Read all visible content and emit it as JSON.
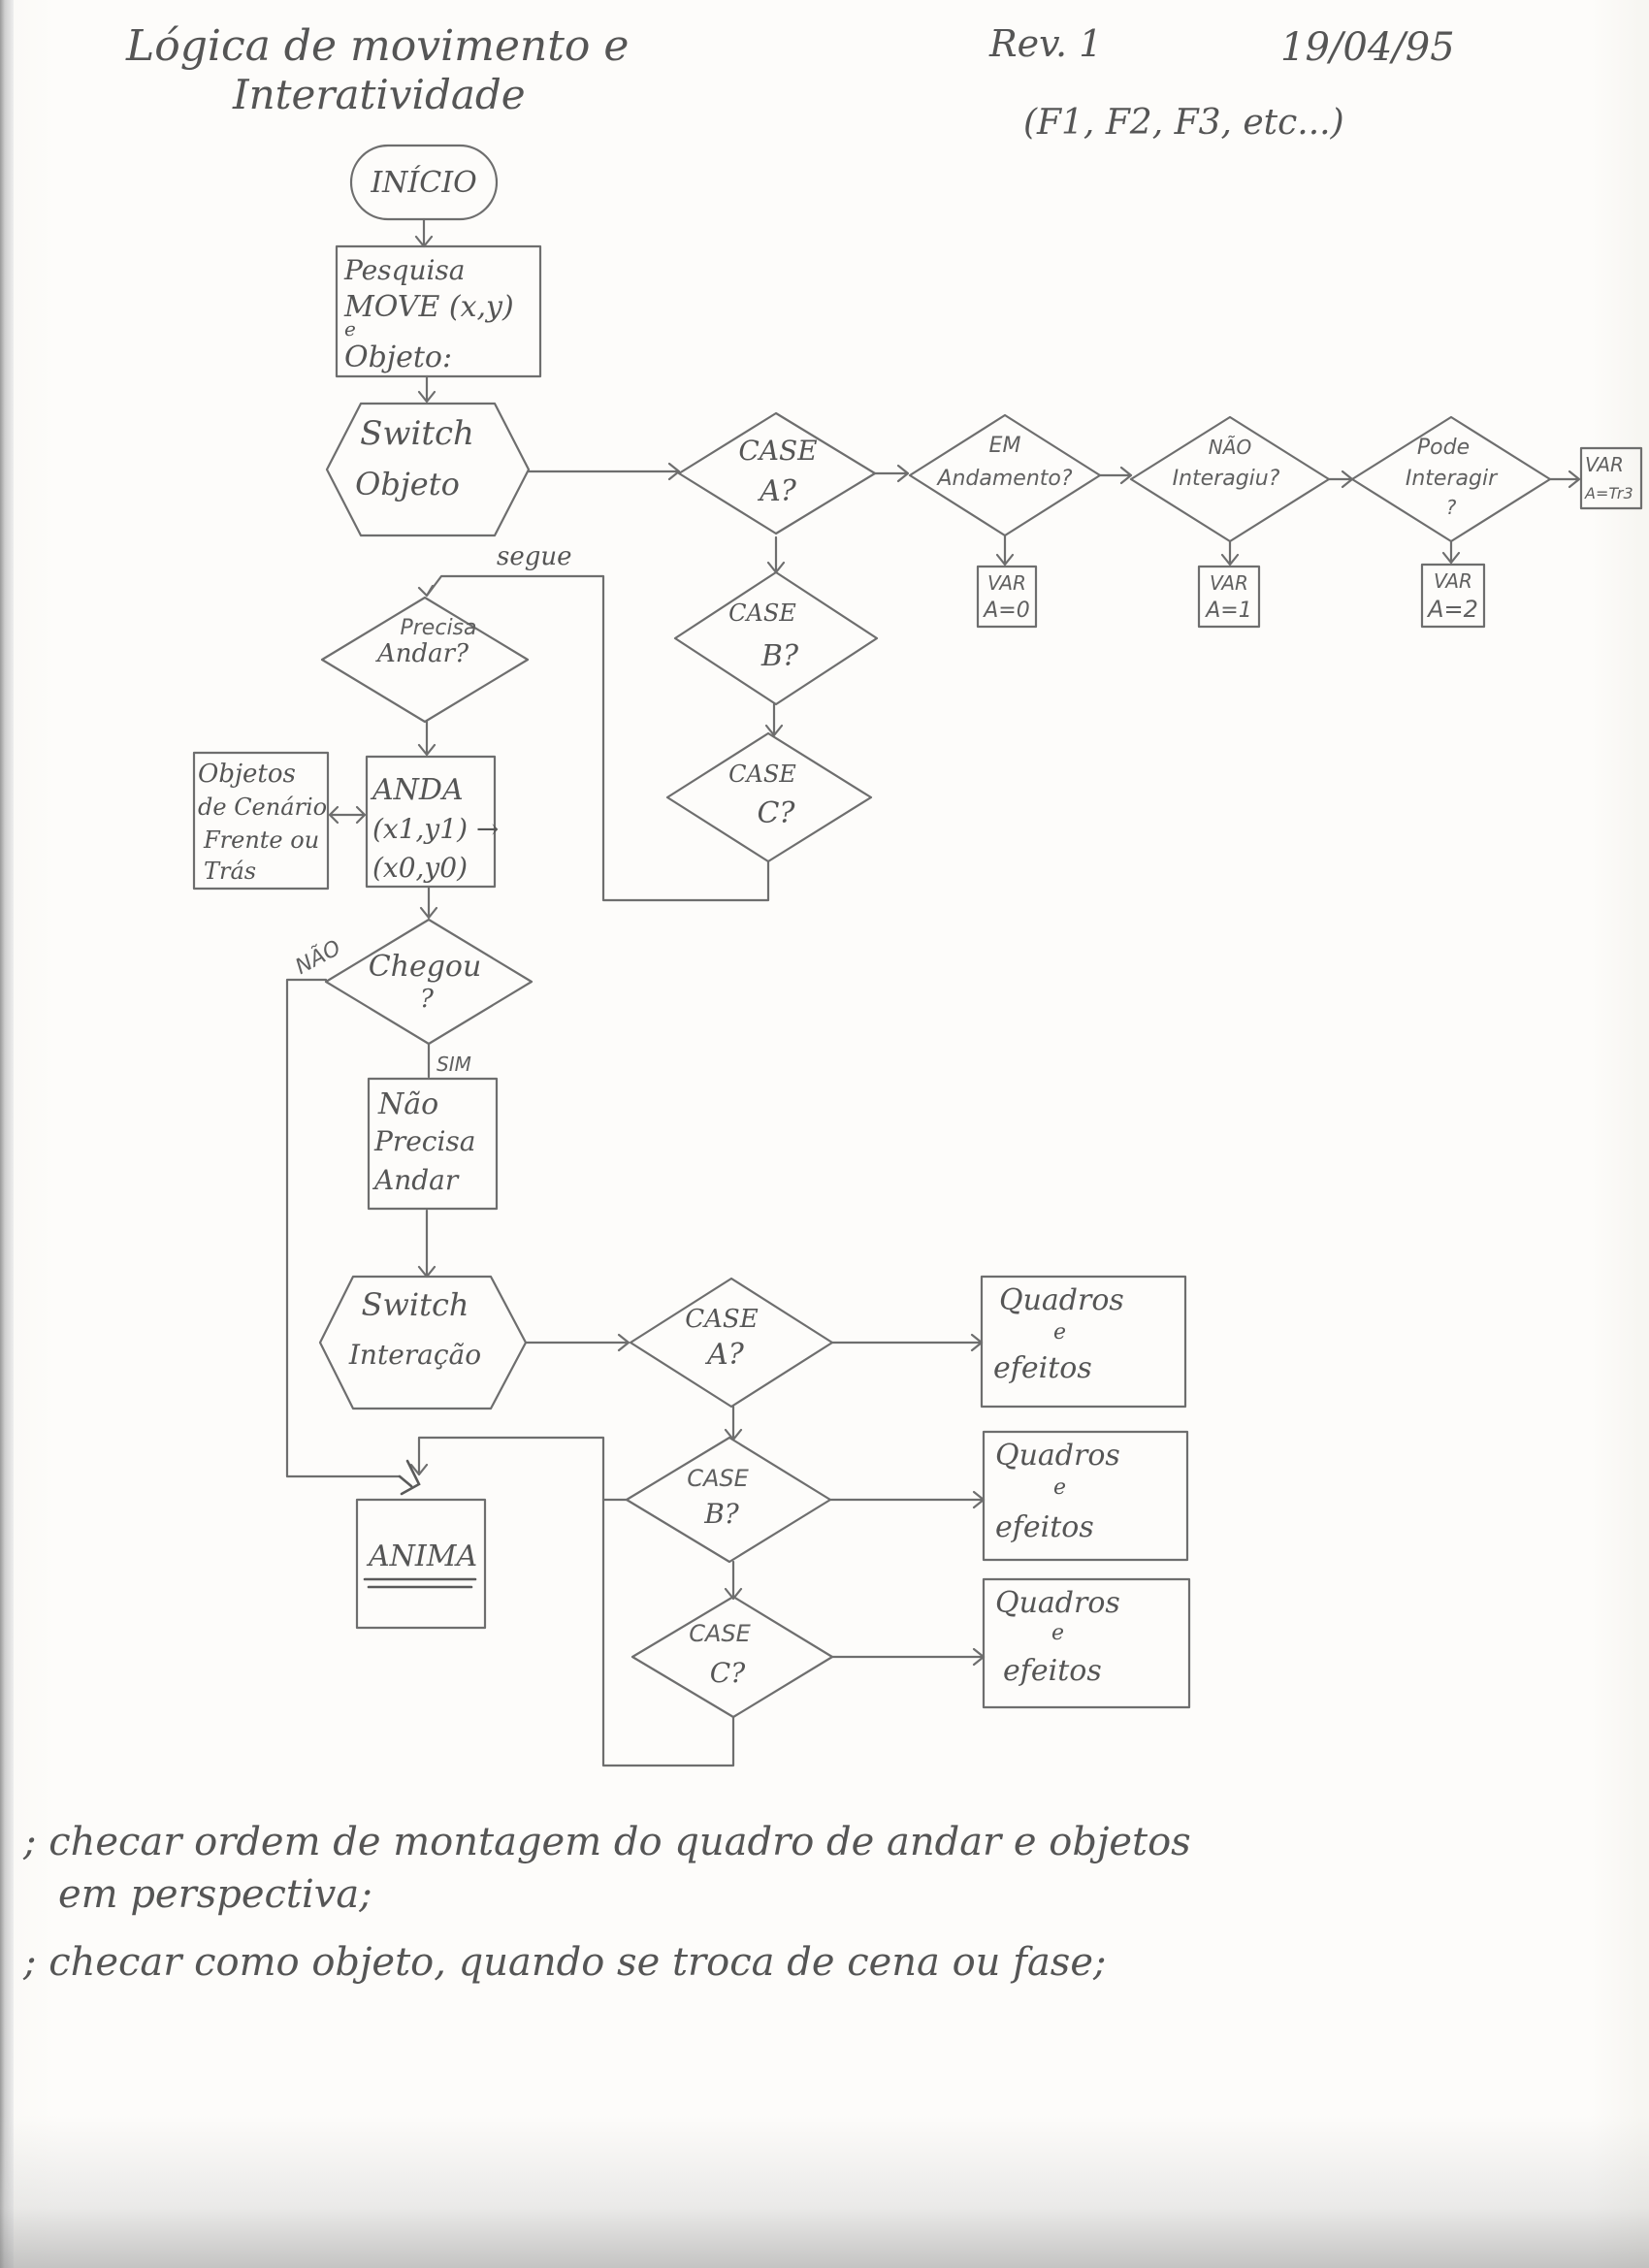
{
  "header": {
    "title_line1": "Lógica de movimento e",
    "title_line2": "Interatividade",
    "revision": "Rev. 1",
    "date": "19/04/95",
    "frames": "(F1, F2, F3, etc...)"
  },
  "nodes": {
    "inicio": "INÍCIO",
    "pesquisa": [
      "Pesquisa",
      "MOVE (x,y)",
      "e",
      "Objeto:"
    ],
    "switch_objeto": [
      "Switch",
      "Objeto"
    ],
    "case_a_top": [
      "CASE",
      "A?"
    ],
    "case_b_top": [
      "CASE",
      "B?"
    ],
    "case_c_top": [
      "CASE",
      "C?"
    ],
    "em_andamento": [
      "EM",
      "Andamento?"
    ],
    "nao_interagiu": [
      "NÃO",
      "Interagiu?"
    ],
    "pode_interagir": [
      "Pode",
      "Interagir",
      "?"
    ],
    "var_a0": [
      "VAR",
      "A=0"
    ],
    "var_a1": [
      "VAR",
      "A=1"
    ],
    "var_a2": [
      "VAR",
      "A=2"
    ],
    "var_a3": [
      "VAR",
      "A=Tr3"
    ],
    "segue": "segue",
    "precisa_andar": [
      "Precisa",
      "Andar?"
    ],
    "objetos_cenario": [
      "Objetos",
      "de Cenário",
      "Frente ou",
      "Trás"
    ],
    "anda": [
      "ANDA",
      "(x1,y1) →",
      "(x0,y0)"
    ],
    "chegou": [
      "Chegou",
      "?"
    ],
    "nao": "NÃO",
    "sim": "SIM",
    "nao_precisa_andar": [
      "Não",
      "Precisa",
      "Andar"
    ],
    "switch_interacao": [
      "Switch",
      "Interação"
    ],
    "case_a_bot": [
      "CASE",
      "A?"
    ],
    "case_b_bot": [
      "CASE",
      "B?"
    ],
    "case_c_bot": [
      "CASE",
      "C?"
    ],
    "quadros_1": [
      "Quadros",
      "e",
      "efeitos"
    ],
    "quadros_2": [
      "Quadros",
      "e",
      "efeitos"
    ],
    "quadros_3": [
      "Quadros",
      "e",
      "efeitos"
    ],
    "anima": "ANIMA"
  },
  "notes": {
    "line1": "; checar ordem de montagem do quadro de andar e objetos",
    "line2": "em perspectiva;",
    "line3": "; checar como objeto, quando se troca de cena ou fase;"
  }
}
